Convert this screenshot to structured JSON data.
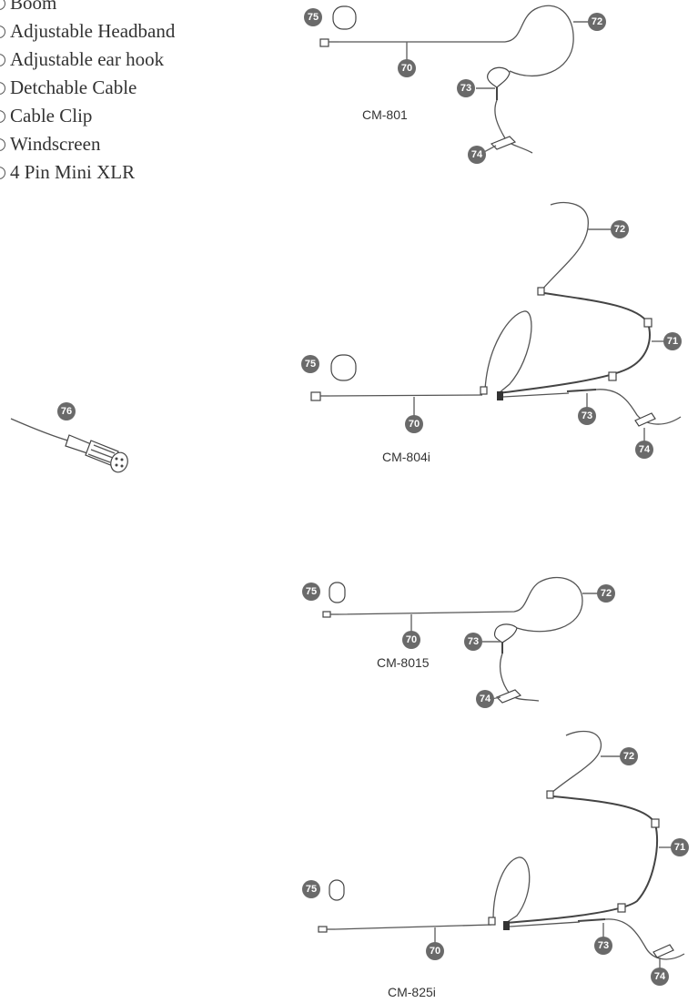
{
  "legend": [
    {
      "label": "Boom"
    },
    {
      "label": "Adjustable Headband"
    },
    {
      "label": "Adjustable ear hook"
    },
    {
      "label": "Detchable Cable"
    },
    {
      "label": "Cable Clip"
    },
    {
      "label": "Windscreen"
    },
    {
      "label": "4 Pin Mini XLR"
    }
  ],
  "models": [
    {
      "name": "CM-801"
    },
    {
      "name": "CM-804i"
    },
    {
      "name": "CM-8015"
    },
    {
      "name": "CM-825i"
    }
  ],
  "callouts": {
    "boom": "70",
    "headband": "71",
    "ear_hook": "72",
    "cable": "73",
    "clip": "74",
    "windscreen": "75",
    "connector": "76"
  }
}
